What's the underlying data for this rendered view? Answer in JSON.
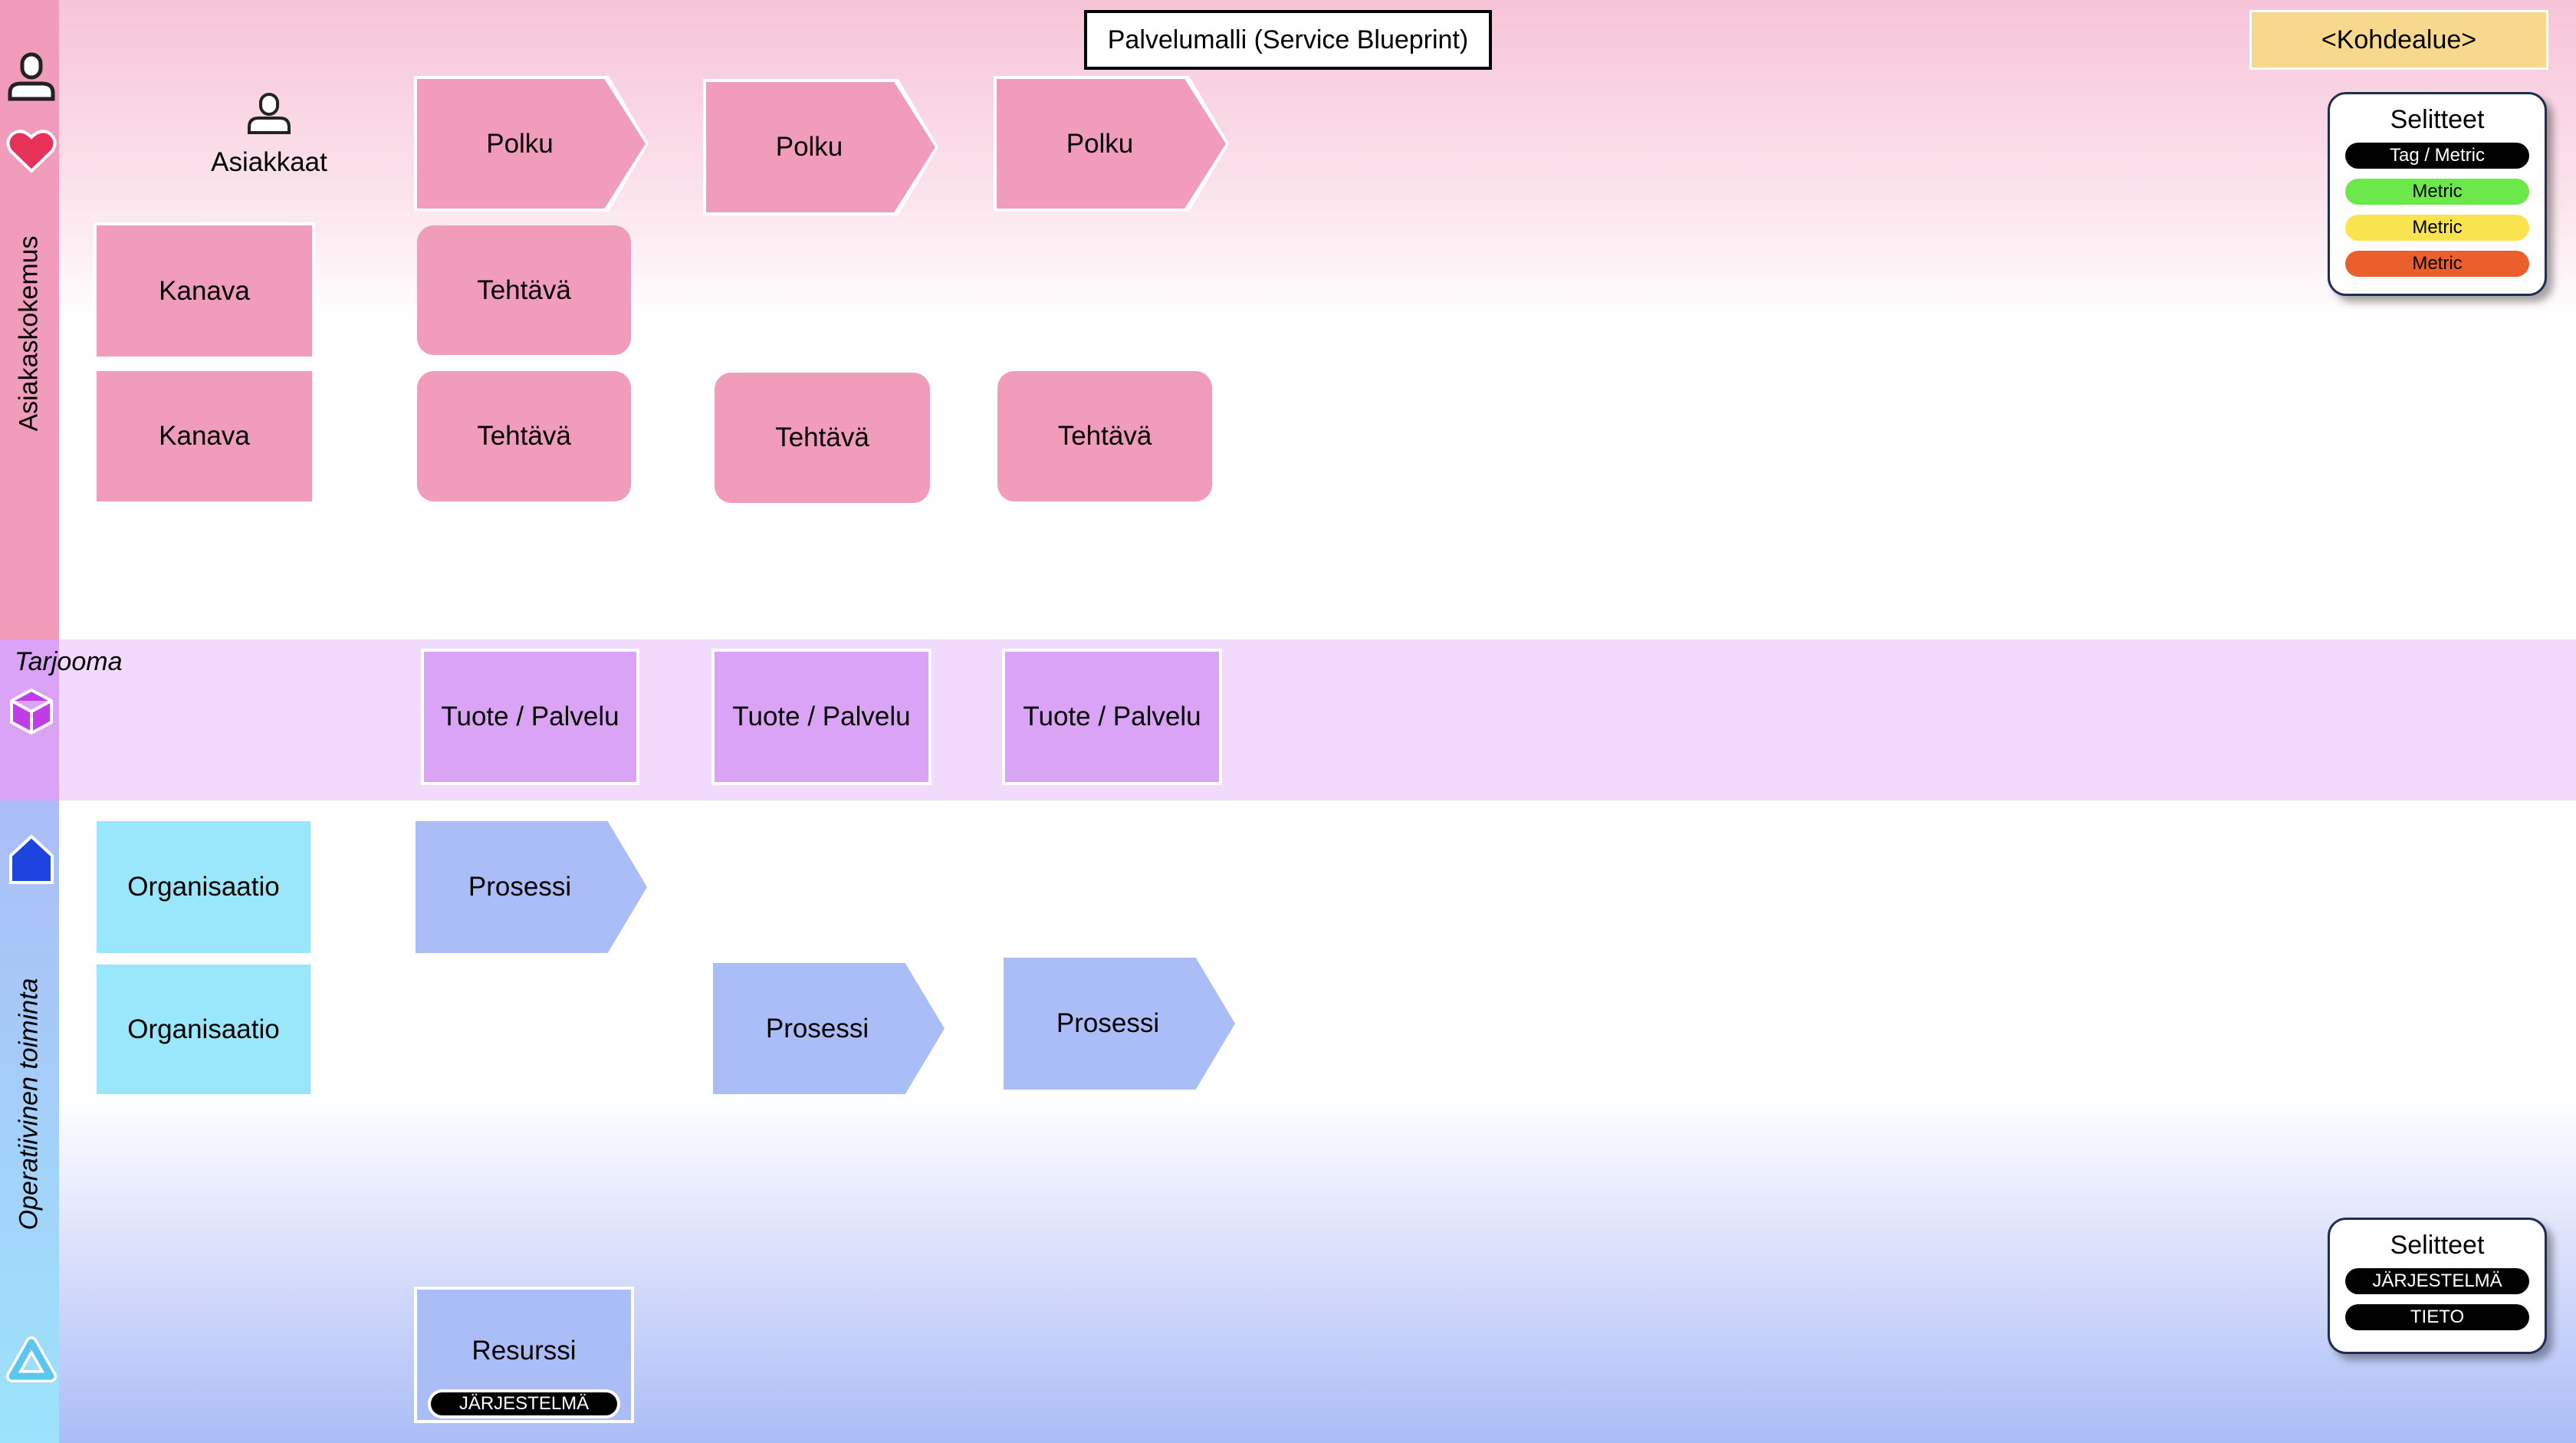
{
  "title": "Palvelumalli (Service Blueprint)",
  "target_area": "<Kohdealue>",
  "lanes": {
    "experience": "Asiakaskokemus",
    "offering": "Tarjooma",
    "operations": "Operatiivinen toiminta"
  },
  "customers_label": "Asiakkaat",
  "journeys": [
    "Polku",
    "Polku",
    "Polku"
  ],
  "channels": [
    "Kanava",
    "Kanava"
  ],
  "tasks": [
    "Tehtävä",
    "Tehtävä",
    "Tehtävä",
    "Tehtävä"
  ],
  "products": [
    "Tuote / Palvelu",
    "Tuote / Palvelu",
    "Tuote / Palvelu"
  ],
  "organisations": [
    "Organisaatio",
    "Organisaatio"
  ],
  "processes": [
    "Prosessi",
    "Prosessi",
    "Prosessi"
  ],
  "resource": {
    "label": "Resurssi",
    "tag": "JÄRJESTELMÄ"
  },
  "legend1": {
    "title": "Selitteet",
    "items": [
      {
        "label": "Tag / Metric",
        "color": "#000000"
      },
      {
        "label": "Metric",
        "color": "#6de84a"
      },
      {
        "label": "Metric",
        "color": "#f9e34f"
      },
      {
        "label": "Metric",
        "color": "#eb5f2d"
      }
    ]
  },
  "legend2": {
    "title": "Selitteet",
    "items": [
      "JÄRJESTELMÄ",
      "TIETO"
    ]
  }
}
